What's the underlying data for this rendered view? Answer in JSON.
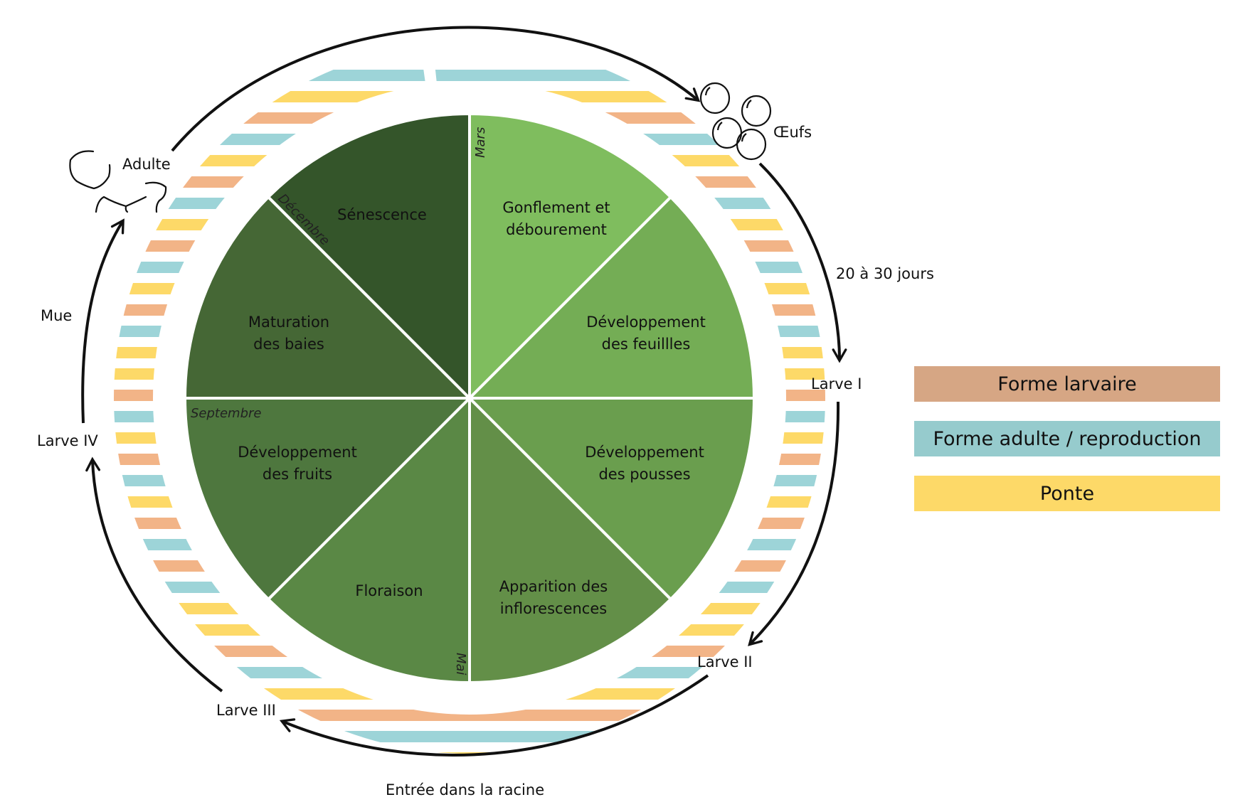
{
  "title": "Cycle de vie du ravageur et stades phénologiques de la vigne",
  "colors": {
    "larval": "#F2B487",
    "adult": "#9DD4D8",
    "laying": "#FDD968",
    "legend_larval": "#D6A684",
    "legend_adult": "#96CBCD",
    "legend_laying": "#FDD968",
    "arrow": "#111111"
  },
  "phenology": {
    "segments": [
      {
        "label_lines": [
          "Gonflement et",
          "débourement"
        ],
        "color": "#7FBD5E"
      },
      {
        "label_lines": [
          "Développement",
          "des feuillles"
        ],
        "color": "#74AD55"
      },
      {
        "label_lines": [
          "Développement",
          "des pousses"
        ],
        "color": "#6A9E4E"
      },
      {
        "label_lines": [
          "Apparition des",
          "inflorescences"
        ],
        "color": "#638F48"
      },
      {
        "label_lines": [
          "Floraison"
        ],
        "color": "#5A8845"
      },
      {
        "label_lines": [
          "Développement",
          "des fruits"
        ],
        "color": "#4E773E"
      },
      {
        "label_lines": [
          "Maturation",
          "des baies"
        ],
        "color": "#456735"
      },
      {
        "label_lines": [
          "Sénescence"
        ],
        "color": "#34552A"
      }
    ],
    "month_markers": [
      "Mars",
      "Mai",
      "Septembre",
      "Décembre"
    ]
  },
  "ring_stripes": {
    "sequence": [
      "adult",
      "laying",
      "larval",
      "adult",
      "laying",
      "larval",
      "adult",
      "laying",
      "larval",
      "adult",
      "laying",
      "larval",
      "adult",
      "laying",
      "laying",
      "larval",
      "adult",
      "laying",
      "larval",
      "adult",
      "laying",
      "larval",
      "adult",
      "larval",
      "adult",
      "laying",
      "laying",
      "larval",
      "adult",
      "laying",
      "larval",
      "adult",
      "laying"
    ]
  },
  "life_cycle": {
    "stages": [
      {
        "name": "eggs",
        "label": "Œufs"
      },
      {
        "name": "larva-1",
        "label": "Larve I"
      },
      {
        "name": "larva-2",
        "label": "Larve II"
      },
      {
        "name": "larva-3",
        "label": "Larve III"
      },
      {
        "name": "larva-4",
        "label": "Larve IV"
      },
      {
        "name": "adult",
        "label": "Adulte"
      }
    ],
    "transitions": {
      "eggs_to_larva1": "20 à 30 jours",
      "larva2_to_larva3": "Entrée dans la racine",
      "larva4_to_adult": "Mue"
    }
  },
  "legend": [
    {
      "key": "larval",
      "label": "Forme larvaire"
    },
    {
      "key": "adult",
      "label": "Forme adulte / reproduction"
    },
    {
      "key": "laying",
      "label": "Ponte"
    }
  ]
}
